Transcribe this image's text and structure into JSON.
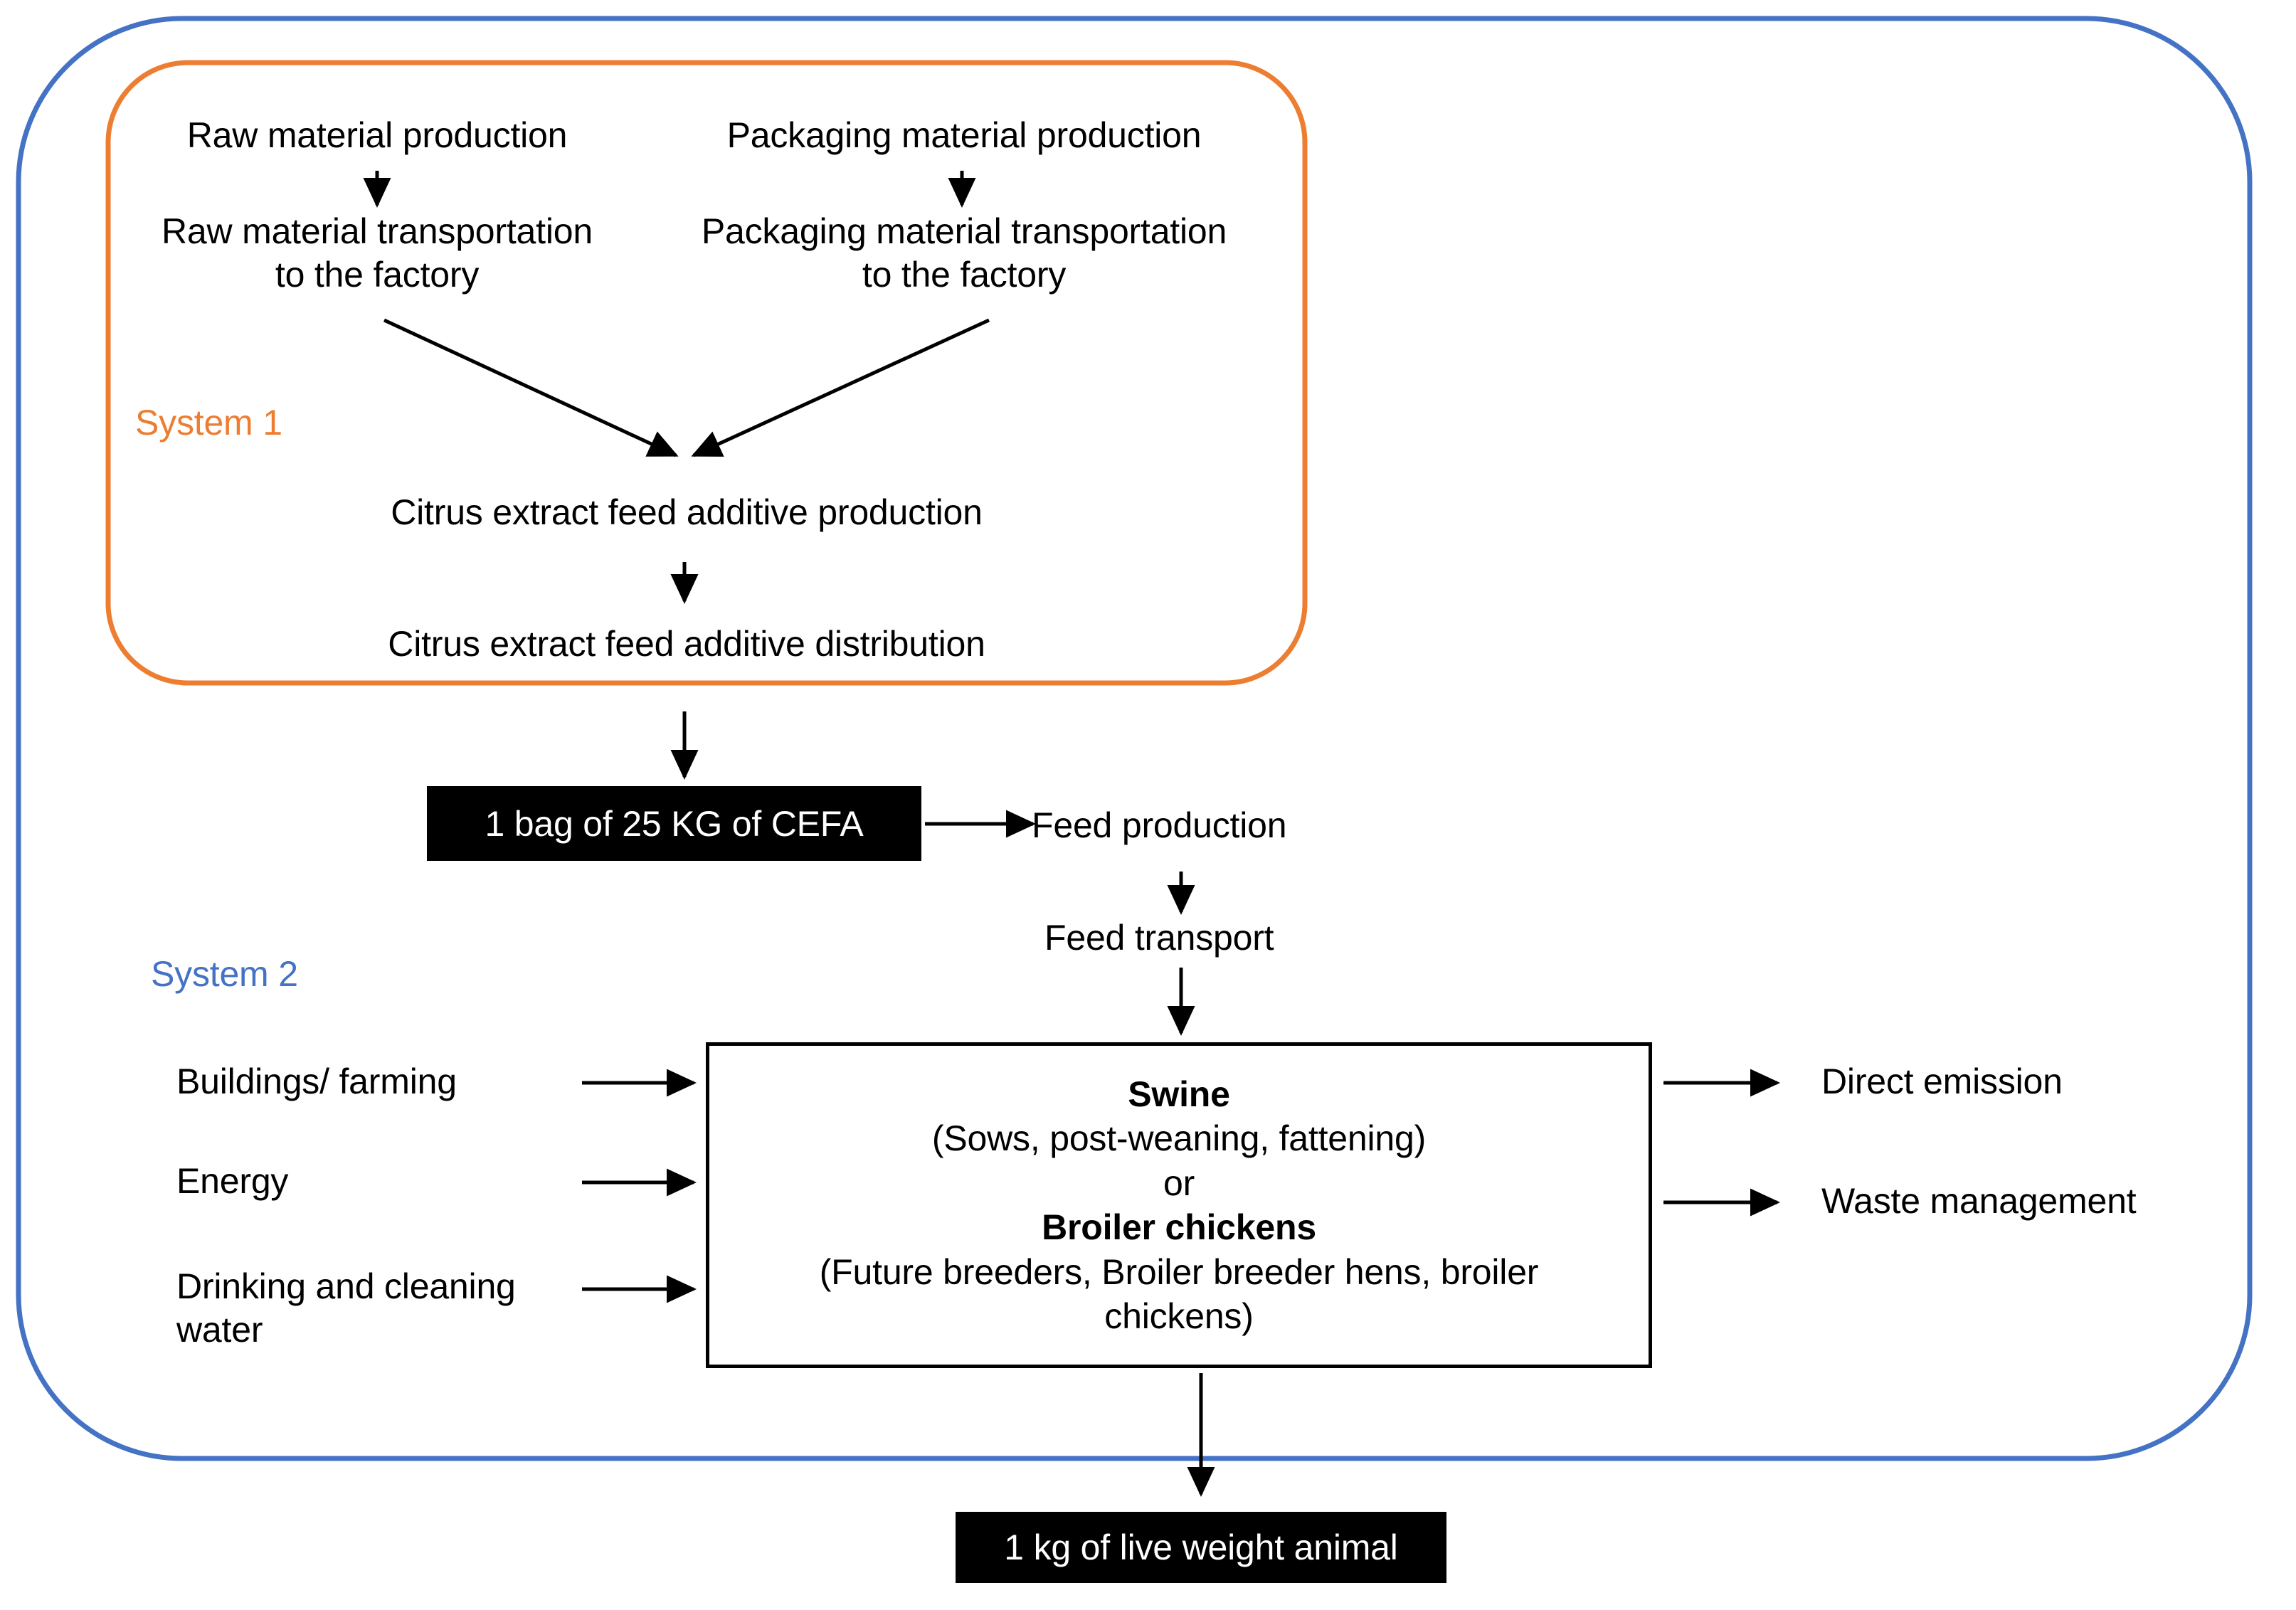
{
  "diagram": {
    "title_present": false,
    "colors": {
      "system1_border": "#ED7D31",
      "system2_border": "#4472C4",
      "arrow": "#000000",
      "box_fill": "#000000",
      "box_text": "#FFFFFF",
      "text": "#000000"
    },
    "system1": {
      "label": "System 1",
      "nodes": {
        "raw_material_production": "Raw material production",
        "raw_material_transportation": "Raw material transportation\nto the factory",
        "packaging_material_production": "Packaging material production",
        "packaging_material_transportation": "Packaging material transportation\nto the factory",
        "cefa_production": "Citrus extract feed additive production",
        "cefa_distribution": "Citrus extract feed additive distribution"
      }
    },
    "functional_unit_1": "1 bag of 25 KG of CEFA",
    "system2": {
      "label": "System 2",
      "nodes": {
        "feed_production": "Feed production",
        "feed_transport": "Feed transport"
      },
      "inputs": [
        "Buildings/ farming",
        "Energy",
        "Drinking and cleaning\nwater"
      ],
      "outputs": [
        "Direct emission",
        "Waste management"
      ],
      "animal_box": {
        "line1": "Swine",
        "line2": "(Sows, post-weaning, fattening)",
        "line3": "or",
        "line4": "Broiler chickens",
        "line5": "(Future breeders, Broiler breeder hens, broiler\nchickens)"
      }
    },
    "functional_unit_2": "1 kg of live weight animal"
  }
}
